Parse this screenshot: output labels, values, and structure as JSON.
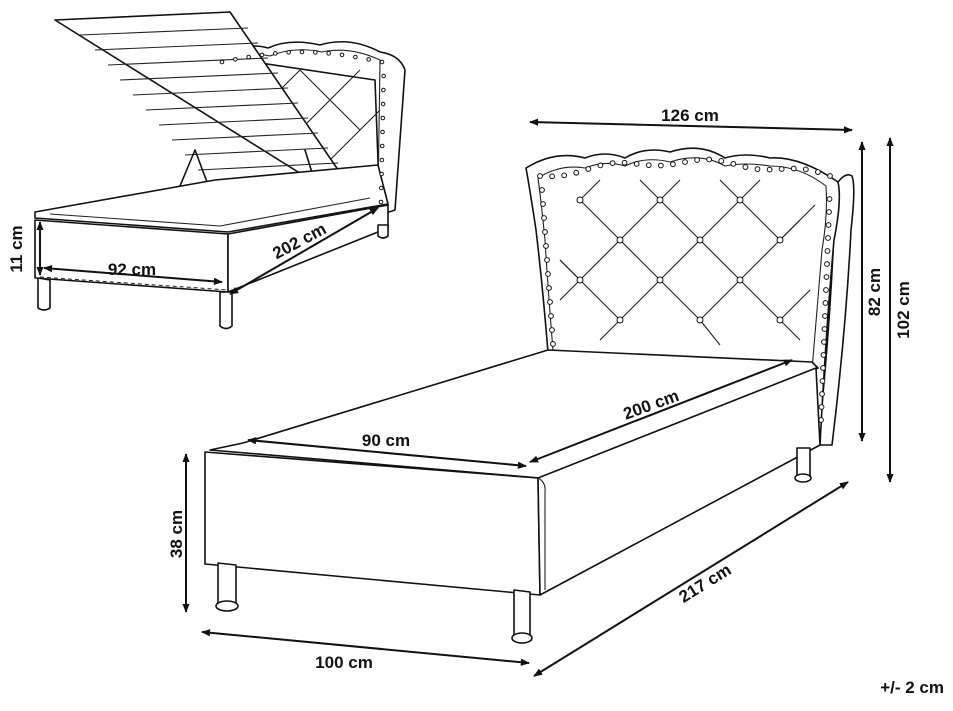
{
  "dimensions": {
    "headboard_width": "126 cm",
    "headboard_height": "82 cm",
    "total_height": "102 cm",
    "mattress_length": "200 cm",
    "mattress_width": "90 cm",
    "frame_height": "38 cm",
    "frame_width": "100 cm",
    "total_length": "217 cm",
    "storage_length": "202 cm",
    "storage_width": "92 cm",
    "storage_depth": "11 cm",
    "tolerance": "+/- 2 cm"
  },
  "colors": {
    "line": "#111111",
    "background": "#ffffff"
  },
  "icons": {
    "arrow": "dimension-arrowhead"
  }
}
